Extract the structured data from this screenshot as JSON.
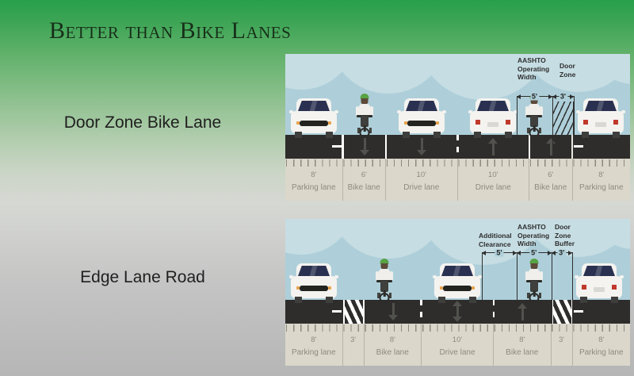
{
  "slide": {
    "title": "Better than Bike Lanes"
  },
  "rows": [
    {
      "label": "Door Zone Bike Lane"
    },
    {
      "label": "Edge Lane Road"
    }
  ],
  "diagram1": {
    "annotations": {
      "aashto": "AASHTO Operating Width",
      "door_zone": "Door Zone"
    },
    "measurements": {
      "aashto_width": "5'",
      "door_zone_width": "3'"
    },
    "lanes": [
      {
        "width": "8'",
        "name": "Parking lane"
      },
      {
        "width": "6'",
        "name": "Bike lane"
      },
      {
        "width": "10'",
        "name": "Drive lane"
      },
      {
        "width": "10'",
        "name": "Drive lane"
      },
      {
        "width": "6'",
        "name": "Bike lane"
      },
      {
        "width": "8'",
        "name": "Parking lane"
      }
    ]
  },
  "diagram2": {
    "annotations": {
      "additional": "Additional Clearance",
      "aashto": "AASHTO Operating Width",
      "door_zone": "Door Zone Buffer"
    },
    "measurements": {
      "additional_width": "5'",
      "aashto_width": "5'",
      "door_zone_width": "3'"
    },
    "lanes": [
      {
        "width": "8'",
        "name": "Parking lane"
      },
      {
        "width": "3'",
        "name": ""
      },
      {
        "width": "8'",
        "name": "Bike lane"
      },
      {
        "width": "10'",
        "name": "Drive lane"
      },
      {
        "width": "8'",
        "name": "Bike lane"
      },
      {
        "width": "3'",
        "name": ""
      },
      {
        "width": "8'",
        "name": "Parking lane"
      }
    ]
  },
  "colors": {
    "sky": "#aecfd9",
    "cloud": "#c6dde3",
    "road": "#2e2d2b",
    "ruler_strip": "#dbd7cb",
    "title_text": "#17301a",
    "helmet_green": "#57a345",
    "taillight_red": "#c0392b",
    "headlight_orange": "#e8a34b",
    "slide_top_green": "#27a04b",
    "slide_bottom_gray": "#b5b6b5"
  }
}
